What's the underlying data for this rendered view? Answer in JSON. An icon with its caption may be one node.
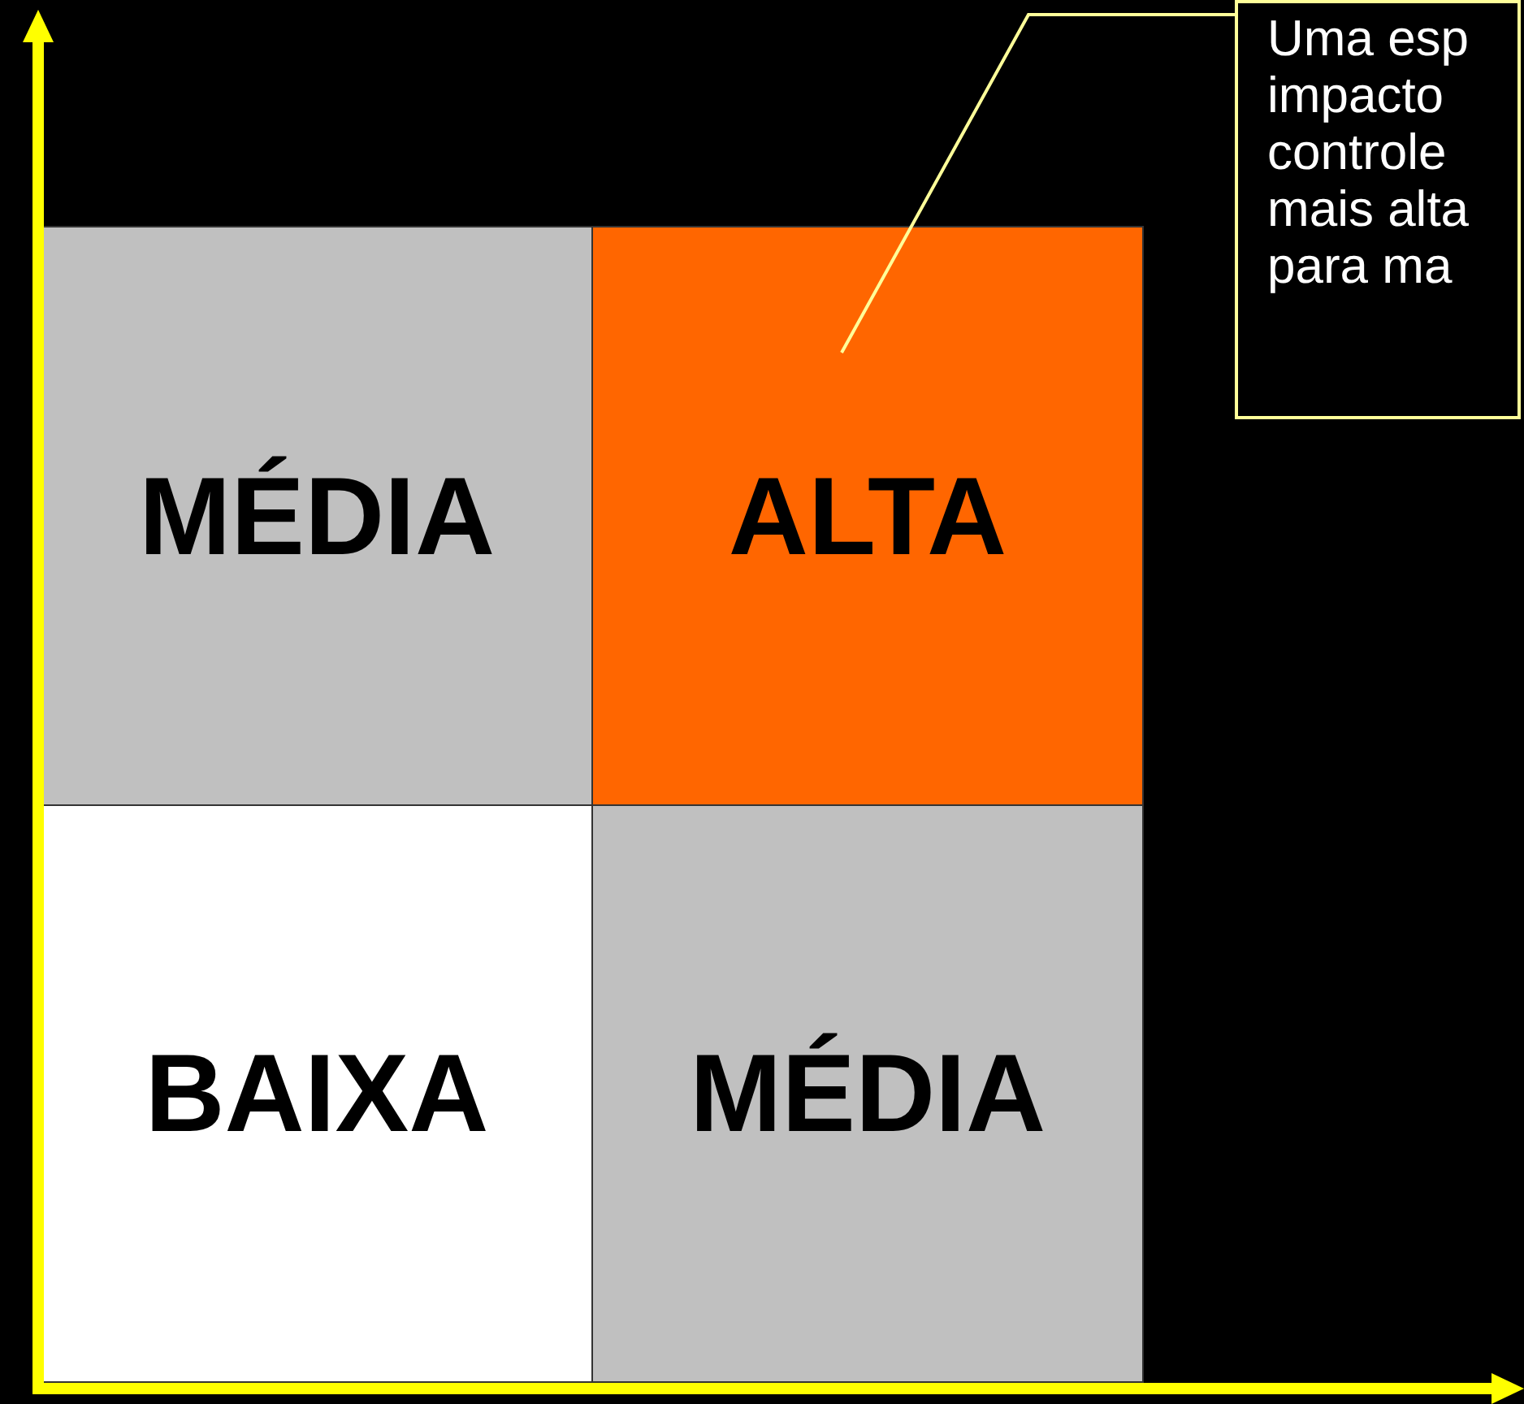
{
  "diagram": {
    "nodes": [
      {
        "text": [
          "Uma esp impacto controle mais alta para ma"
        ]
      },
      {
        "text": [
          "MÉDIA"
        ]
      },
      {
        "text": [
          "ALTA"
        ]
      },
      {
        "text": [
          "BAIXA"
        ]
      },
      {
        "text": [
          "MÉDIA"
        ]
      }
    ],
    "edges": [
      {
        "from": 0,
        "to": 2,
        "arrow": "none",
        "color": "#ffff99"
      }
    ]
  }
}
